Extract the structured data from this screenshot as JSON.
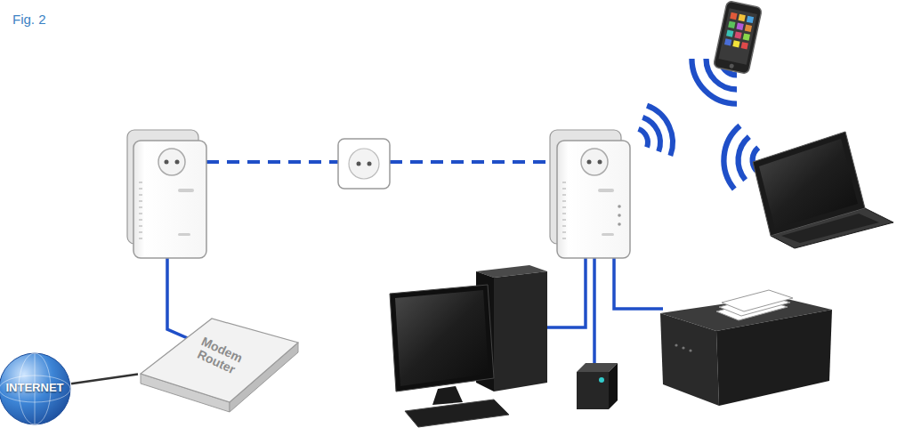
{
  "diagram": {
    "title": "Fig. 2",
    "nodes": [
      {
        "text": [
          "INTERNET"
        ]
      },
      {
        "text": [
          "Modem Router"
        ]
      }
    ],
    "edges": [
      {
        "from": 0,
        "to": 1,
        "arrow": "none"
      }
    ]
  }
}
